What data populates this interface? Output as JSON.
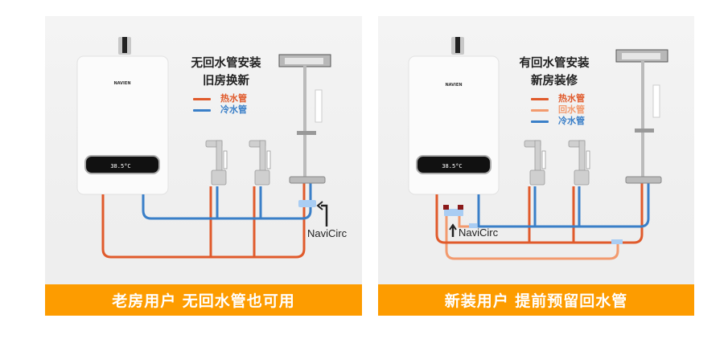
{
  "colors": {
    "hot": "#e05a2b",
    "cold": "#3a7fc8",
    "return": "#f29a6e",
    "valve": "#a9cdf3",
    "banner": "#fd9c00",
    "cap": "#8b1a1a"
  },
  "panels": [
    {
      "title_line1": "无回水管安装",
      "title_line2": "旧房换新",
      "legend": [
        {
          "label": "热水管",
          "type": "hot"
        },
        {
          "label": "冷水管",
          "type": "cold"
        }
      ],
      "heater_brand": "NAVIEN",
      "heater_display": "38.5°C",
      "valve_label": "NaviCirc",
      "banner": "老房用户 无回水管也可用"
    },
    {
      "title_line1": "有回水管安装",
      "title_line2": "新房装修",
      "legend": [
        {
          "label": "热水管",
          "type": "hot"
        },
        {
          "label": "回水管",
          "type": "return"
        },
        {
          "label": "冷水管",
          "type": "cold"
        }
      ],
      "heater_brand": "NAVIEN",
      "heater_display": "38.5°C",
      "valve_label": "NaviCirc",
      "banner": "新装用户 提前预留回水管"
    }
  ]
}
